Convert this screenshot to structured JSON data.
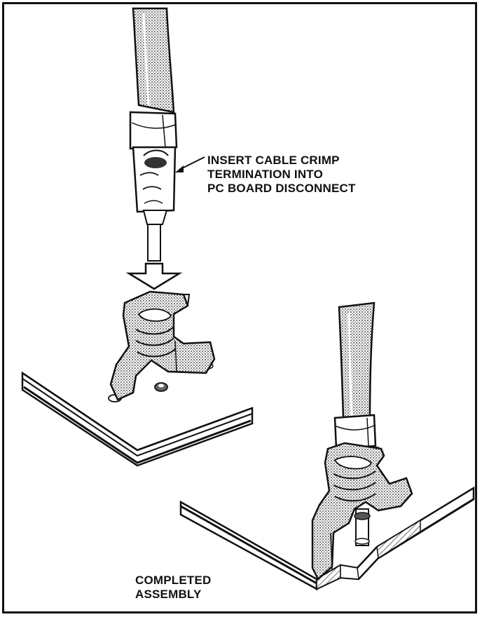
{
  "instruction": {
    "line1": "INSERT CABLE CRIMP",
    "line2": "TERMINATION INTO",
    "line3": "PC BOARD DISCONNECT"
  },
  "completed": {
    "line1": "COMPLETED",
    "line2": "ASSEMBLY"
  },
  "colors": {
    "ink": "#111111",
    "paper": "#ffffff",
    "shade": "#8a8a8a"
  }
}
